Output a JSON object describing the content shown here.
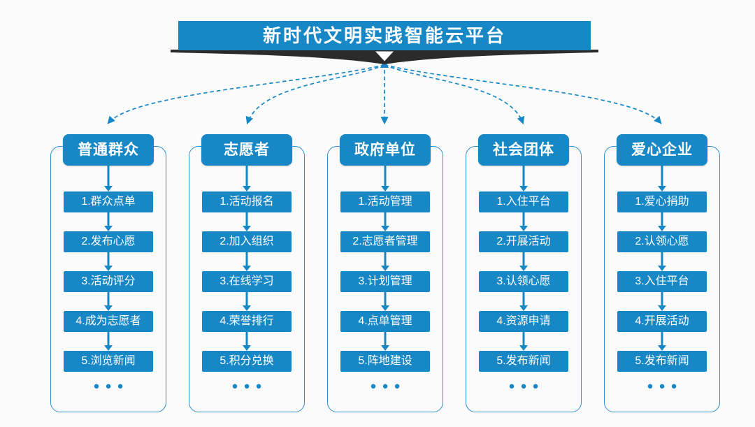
{
  "title": "新时代文明实践智能云平台",
  "colors": {
    "primary": "#1787C6",
    "ribbon": "#2B2B2B",
    "frame": "#2E8FCB",
    "background": "#FBFBFB",
    "text_on_primary": "#FFFFFF"
  },
  "columns": [
    {
      "title": "普通群众",
      "items": [
        "1.群众点单",
        "2.发布心愿",
        "3.活动评分",
        "4.成为志愿者",
        "5.浏览新闻"
      ],
      "more": "●●●"
    },
    {
      "title": "志愿者",
      "items": [
        "1.活动报名",
        "2.加入组织",
        "3.在线学习",
        "4.荣誉排行",
        "5.积分兑换"
      ],
      "more": "●●●"
    },
    {
      "title": "政府单位",
      "items": [
        "1.活动管理",
        "2.志愿者管理",
        "3.计划管理",
        "4.点单管理",
        "5.阵地建设"
      ],
      "more": "●●●"
    },
    {
      "title": "社会团体",
      "items": [
        "1.入住平台",
        "2.开展活动",
        "3.认领心愿",
        "4.资源申请",
        "5.发布新闻"
      ],
      "more": "●●●"
    },
    {
      "title": "爱心企业",
      "items": [
        "1.爱心捐助",
        "2.认领心愿",
        "3.入住平台",
        "4.开展活动",
        "5.发布新闻"
      ],
      "more": "●●●"
    }
  ]
}
